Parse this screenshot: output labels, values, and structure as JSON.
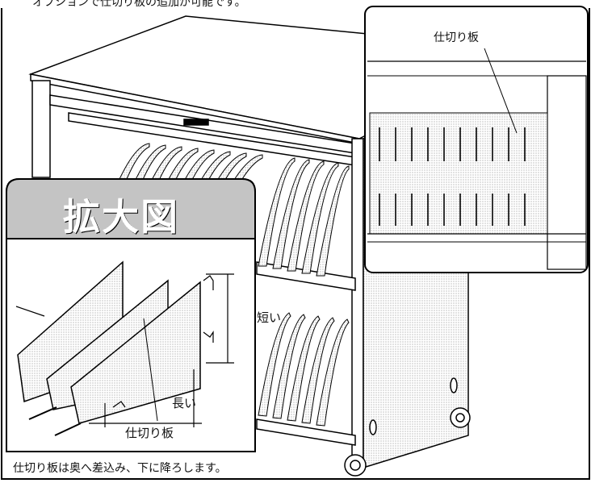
{
  "captions": {
    "top": "オプションで仕切り板の追加が可能です。",
    "bottom": "仕切り板は奥へ差込み、下に降ろします。"
  },
  "zoom_panel": {
    "title": "拡大図",
    "label_short": "短い",
    "label_long": "長い",
    "label_divider": "仕切り板"
  },
  "inset_panel": {
    "label": "仕切り板"
  },
  "colors": {
    "line": "#000000",
    "title_band": "#3a3a3a",
    "panel_fill": "#ffffff",
    "divider_fill": "#e8e8e8"
  }
}
